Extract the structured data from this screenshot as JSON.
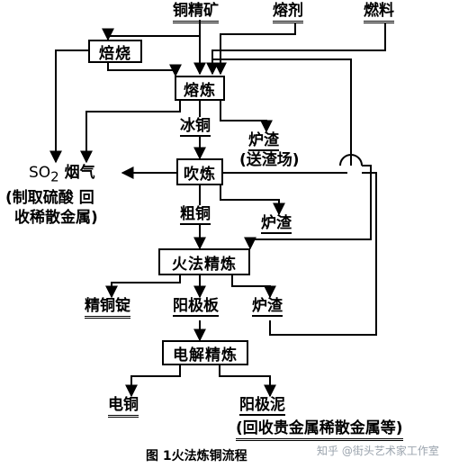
{
  "inputs": {
    "concentrate": "铜精矿",
    "flux": "熔剂",
    "fuel": "燃料"
  },
  "boxes": {
    "roasting": "焙烧",
    "smelting": "熔炼",
    "converting": "吹炼",
    "fire_refining": "火法精炼",
    "electrolysis": "电解精炼"
  },
  "products": {
    "matte": "冰铜",
    "slag1": "炉渣",
    "slag1_note": "(送渣场)",
    "smoke_prefix": "SO",
    "smoke_sub": "2",
    "smoke_suffix": " 烟气",
    "smoke_note_1": "(制取硫酸  回",
    "smoke_note_2": "收稀散金属)",
    "blister_copper": "粗铜",
    "slag2": "炉渣",
    "cast_copper": "精铜锭",
    "anode": "阳极板",
    "slag3": "炉渣",
    "cathode_copper": "电铜",
    "anode_slime": "阳极泥",
    "anode_slime_note": "(回收贵金属稀散金属等)"
  },
  "caption": "图 1火法炼铜流程",
  "watermark": "知乎 @街头艺术家工作室"
}
